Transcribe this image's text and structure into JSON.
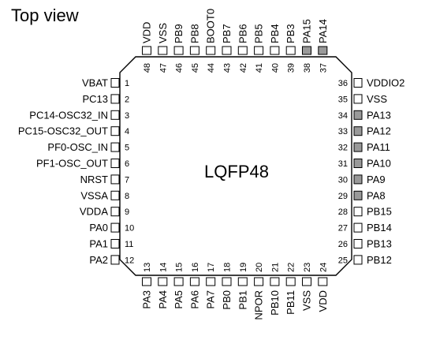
{
  "title": "Top view",
  "package": "LQFP48",
  "highlight_color": "#999999",
  "pins_left": [
    {
      "num": "1",
      "name": "VBAT",
      "shaded": false
    },
    {
      "num": "2",
      "name": "PC13",
      "shaded": false
    },
    {
      "num": "3",
      "name": "PC14-OSC32_IN",
      "shaded": false
    },
    {
      "num": "4",
      "name": "PC15-OSC32_OUT",
      "shaded": false
    },
    {
      "num": "5",
      "name": "PF0-OSC_IN",
      "shaded": false
    },
    {
      "num": "6",
      "name": "PF1-OSC_OUT",
      "shaded": false
    },
    {
      "num": "7",
      "name": "NRST",
      "shaded": false
    },
    {
      "num": "8",
      "name": "VSSA",
      "shaded": false
    },
    {
      "num": "9",
      "name": "VDDA",
      "shaded": false
    },
    {
      "num": "10",
      "name": "PA0",
      "shaded": false
    },
    {
      "num": "11",
      "name": "PA1",
      "shaded": false
    },
    {
      "num": "12",
      "name": "PA2",
      "shaded": false
    }
  ],
  "pins_bottom": [
    {
      "num": "13",
      "name": "PA3",
      "shaded": false
    },
    {
      "num": "14",
      "name": "PA4",
      "shaded": false
    },
    {
      "num": "15",
      "name": "PA5",
      "shaded": false
    },
    {
      "num": "16",
      "name": "PA6",
      "shaded": false
    },
    {
      "num": "17",
      "name": "PA7",
      "shaded": false
    },
    {
      "num": "18",
      "name": "PB0",
      "shaded": false
    },
    {
      "num": "19",
      "name": "PB1",
      "shaded": false
    },
    {
      "num": "20",
      "name": "NPOR",
      "shaded": false
    },
    {
      "num": "21",
      "name": "PB10",
      "shaded": false
    },
    {
      "num": "22",
      "name": "PB11",
      "shaded": false
    },
    {
      "num": "23",
      "name": "VSS",
      "shaded": false
    },
    {
      "num": "24",
      "name": "VDD",
      "shaded": false
    }
  ],
  "pins_right": [
    {
      "num": "36",
      "name": "VDDIO2",
      "shaded": false
    },
    {
      "num": "35",
      "name": "VSS",
      "shaded": false
    },
    {
      "num": "34",
      "name": "PA13",
      "shaded": true
    },
    {
      "num": "33",
      "name": "PA12",
      "shaded": true
    },
    {
      "num": "32",
      "name": "PA11",
      "shaded": true
    },
    {
      "num": "31",
      "name": "PA10",
      "shaded": true
    },
    {
      "num": "30",
      "name": "PA9",
      "shaded": true
    },
    {
      "num": "29",
      "name": "PA8",
      "shaded": true
    },
    {
      "num": "28",
      "name": "PB15",
      "shaded": false
    },
    {
      "num": "27",
      "name": "PB14",
      "shaded": false
    },
    {
      "num": "26",
      "name": "PB13",
      "shaded": false
    },
    {
      "num": "25",
      "name": "PB12",
      "shaded": false
    }
  ],
  "pins_top": [
    {
      "num": "48",
      "name": "VDD",
      "shaded": false
    },
    {
      "num": "47",
      "name": "VSS",
      "shaded": false
    },
    {
      "num": "46",
      "name": "PB9",
      "shaded": false
    },
    {
      "num": "45",
      "name": "PB8",
      "shaded": false
    },
    {
      "num": "44",
      "name": "BOOT0",
      "shaded": false
    },
    {
      "num": "43",
      "name": "PB7",
      "shaded": false
    },
    {
      "num": "42",
      "name": "PB6",
      "shaded": false
    },
    {
      "num": "41",
      "name": "PB5",
      "shaded": false
    },
    {
      "num": "40",
      "name": "PB4",
      "shaded": false
    },
    {
      "num": "39",
      "name": "PB3",
      "shaded": false
    },
    {
      "num": "38",
      "name": "PA15",
      "shaded": true
    },
    {
      "num": "37",
      "name": "PA14",
      "shaded": true
    }
  ]
}
